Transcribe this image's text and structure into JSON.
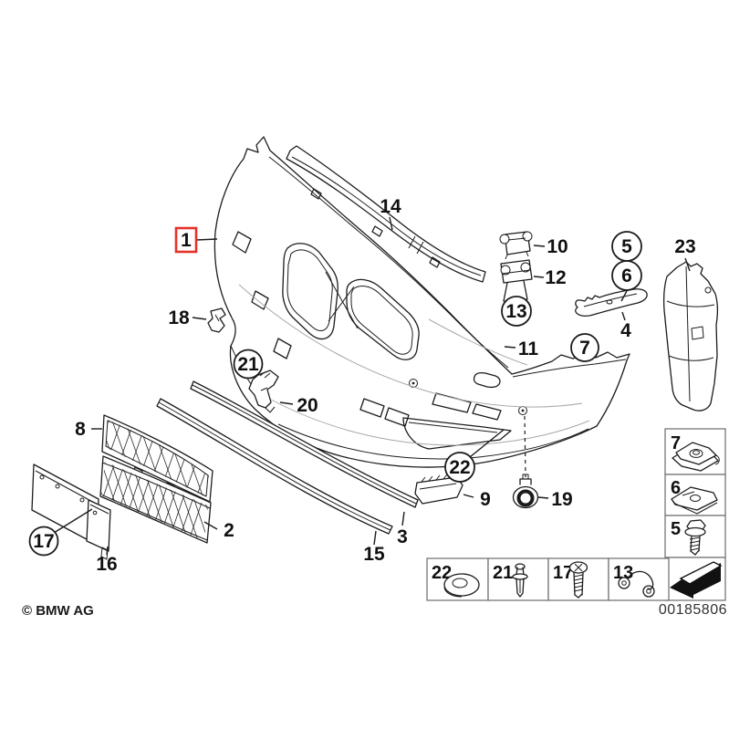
{
  "copyright": "© BMW AG",
  "image_number": "00185806",
  "colors": {
    "line": "#1c1c1c",
    "highlight_red": "#e43228",
    "background": "#ffffff"
  },
  "callouts": [
    {
      "label": "1",
      "style": "red-box",
      "part": "bumper-trim-panel"
    },
    {
      "label": "2",
      "style": "plain",
      "part": "lower-center-grille"
    },
    {
      "label": "3",
      "style": "plain",
      "part": "upper-moulding-strip"
    },
    {
      "label": "4",
      "style": "plain",
      "part": "side-support-bracket"
    },
    {
      "label": "5",
      "style": "circle",
      "part": "hex-flange-screw"
    },
    {
      "label": "6",
      "style": "circle",
      "part": "flat-clip-nut"
    },
    {
      "label": "7",
      "style": "circle",
      "part": "sheet-metal-clip-nut"
    },
    {
      "label": "8",
      "style": "plain",
      "part": "upper-center-grille"
    },
    {
      "label": "9",
      "style": "plain",
      "part": "lower-side-grille"
    },
    {
      "label": "10",
      "style": "plain",
      "part": "small-bracket"
    },
    {
      "label": "11",
      "style": "plain",
      "part": "washer-jet-cover"
    },
    {
      "label": "12",
      "style": "plain",
      "part": "bracket-with-legs"
    },
    {
      "label": "13",
      "style": "circle",
      "part": "wire-spring-clip"
    },
    {
      "label": "14",
      "style": "plain",
      "part": "upper-trim-strip"
    },
    {
      "label": "15",
      "style": "plain",
      "part": "lower-moulding-strip"
    },
    {
      "label": "16",
      "style": "plain",
      "part": "license-plate-base"
    },
    {
      "label": "17",
      "style": "circle",
      "part": "phillips-screw"
    },
    {
      "label": "18",
      "style": "plain",
      "part": "cover-cap"
    },
    {
      "label": "19",
      "style": "plain",
      "part": "pdc-sensor"
    },
    {
      "label": "20",
      "style": "plain",
      "part": "mounting-bracket"
    },
    {
      "label": "21",
      "style": "circle",
      "part": "expanding-rivet"
    },
    {
      "label": "22",
      "style": "circle",
      "part": "flat-washer"
    },
    {
      "label": "23",
      "style": "plain",
      "part": "side-air-duct-panel"
    }
  ],
  "legend": {
    "side_column": [
      {
        "label": "7",
        "item": "sheet-metal-clip-nut"
      },
      {
        "label": "6",
        "item": "flat-clip-nut"
      },
      {
        "label": "5",
        "item": "hex-flange-screw"
      },
      {
        "label": "",
        "item": "continuation-arrow"
      }
    ],
    "bottom_row": [
      {
        "label": "22",
        "item": "flat-washer"
      },
      {
        "label": "21",
        "item": "expanding-rivet"
      },
      {
        "label": "17",
        "item": "phillips-screw"
      },
      {
        "label": "13",
        "item": "wire-spring-clip"
      }
    ]
  }
}
